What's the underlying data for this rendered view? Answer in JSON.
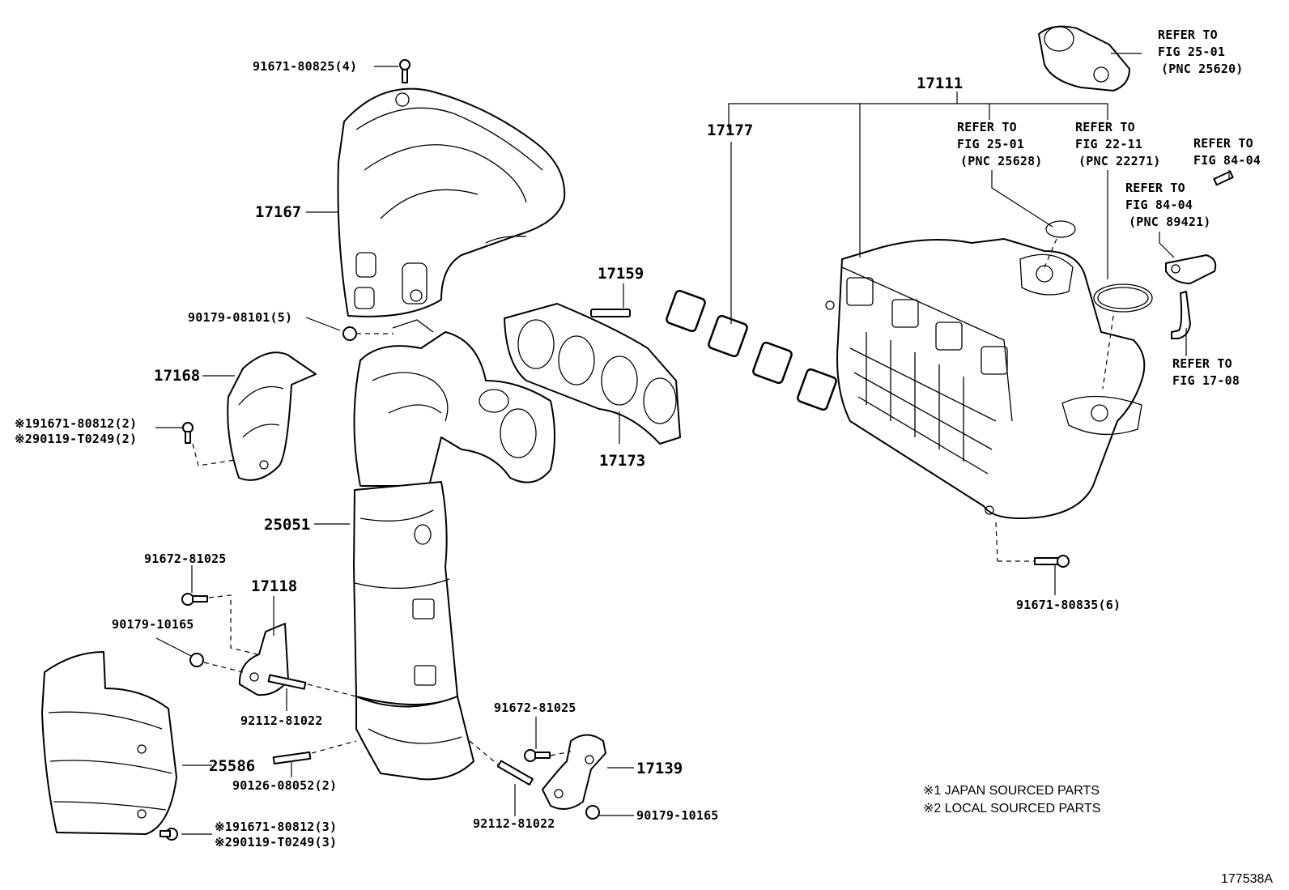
{
  "diagram_id": "177538A",
  "notes": [
    "※1 JAPAN SOURCED PARTS",
    "※2 LOCAL SOURCED PARTS"
  ],
  "parts": {
    "p17111": "17111",
    "p17177": "17177",
    "p17167": "17167",
    "p17168": "17168",
    "p17159": "17159",
    "p17173": "17173",
    "p25051": "25051",
    "p17118": "17118",
    "p25586": "25586",
    "p17139": "17139",
    "b91671_80825": "91671-80825(4)",
    "b90179_08101": "90179-08101(5)",
    "b1_91671_80812_2": "※191671-80812(2)",
    "b2_90119_T0249_2": "※290119-T0249(2)",
    "b91672_81025_a": "91672-81025",
    "b90179_10165_a": "90179-10165",
    "b92112_81022_a": "92112-81022",
    "b90126_08052": "90126-08052(2)",
    "b1_91671_80812_3": "※191671-80812(3)",
    "b2_90119_T0249_3": "※290119-T0249(3)",
    "b91672_81025_b": "91672-81025",
    "b92112_81022_b": "92112-81022",
    "b90179_10165_b": "90179-10165",
    "b91671_80835": "91671-80835(6)"
  },
  "refs": {
    "r1": [
      "REFER TO",
      "FIG 25-01",
      "(PNC 25620)"
    ],
    "r2": [
      "REFER TO",
      "FIG 25-01",
      "(PNC 25628)"
    ],
    "r3": [
      "REFER TO",
      "FIG 22-11",
      "(PNC 22271)"
    ],
    "r4": [
      "REFER TO",
      "FIG 84-04"
    ],
    "r5": [
      "REFER TO",
      "FIG 84-04",
      "(PNC 89421)"
    ],
    "r6": [
      "REFER TO",
      "FIG 17-08"
    ]
  }
}
